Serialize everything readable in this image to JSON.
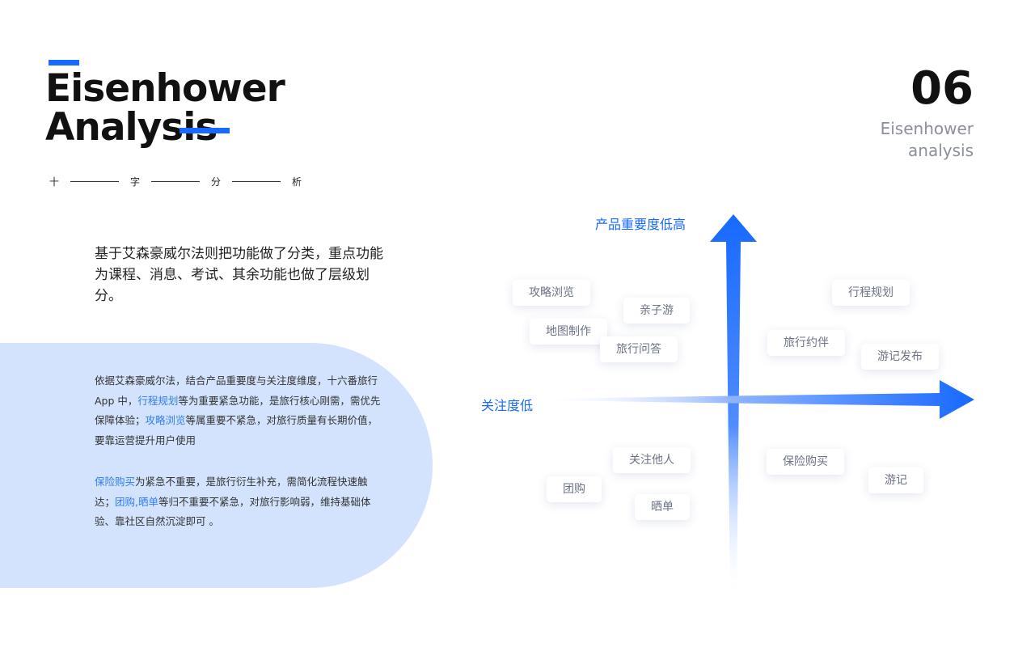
{
  "header": {
    "title_line1": "Eisenhower",
    "title_line2": "Analysis",
    "subtitle_chars": [
      "十",
      "字",
      "分",
      "析"
    ],
    "page_number": "06",
    "page_caption_line1": "Eisenhower",
    "page_caption_line2": "analysis"
  },
  "intro": {
    "text": "基于艾森豪威尔法则把功能做了分类，重点功能为课程、消息、考试、其余功能也做了层级划分。"
  },
  "description": {
    "p1_a": "依据艾森豪威尔法，结合产品重要度与关注度维度，十六番旅行 App 中，",
    "p1_hl1": "行程规划",
    "p1_b": "等为重要紧急功能，是旅行核心刚需，需优先保障体验；",
    "p1_hl2": "攻略浏览",
    "p1_c": "等属重要不紧急，对旅行质量有长期价值，要靠运营提升用户使用",
    "p2_hl1": "保险购买",
    "p2_a": "为紧急不重要，是旅行衍生补充，需简化流程快速触达；",
    "p2_hl2": "团购",
    "p2_sep": ",",
    "p2_hl3": "晒单",
    "p2_b": "等归不重要不紧急，对旅行影响弱，维持基础体验、靠社区自然沉淀即可 。"
  },
  "diagram": {
    "y_axis_label": "产品重要度低高",
    "x_axis_label": "关注度低",
    "accent_color": "#1769ff",
    "chips": {
      "guide_browse": "攻略浏览",
      "family_trip": "亲子游",
      "map_making": "地图制作",
      "travel_qa": "旅行问答",
      "itinerary_planning": "行程规划",
      "travel_buddy": "旅行约伴",
      "travelogue_publish": "游记发布",
      "follow_others": "关注他人",
      "group_buy": "团购",
      "share_order": "晒单",
      "insurance_purchase": "保险购买",
      "travelogue": "游记"
    }
  }
}
